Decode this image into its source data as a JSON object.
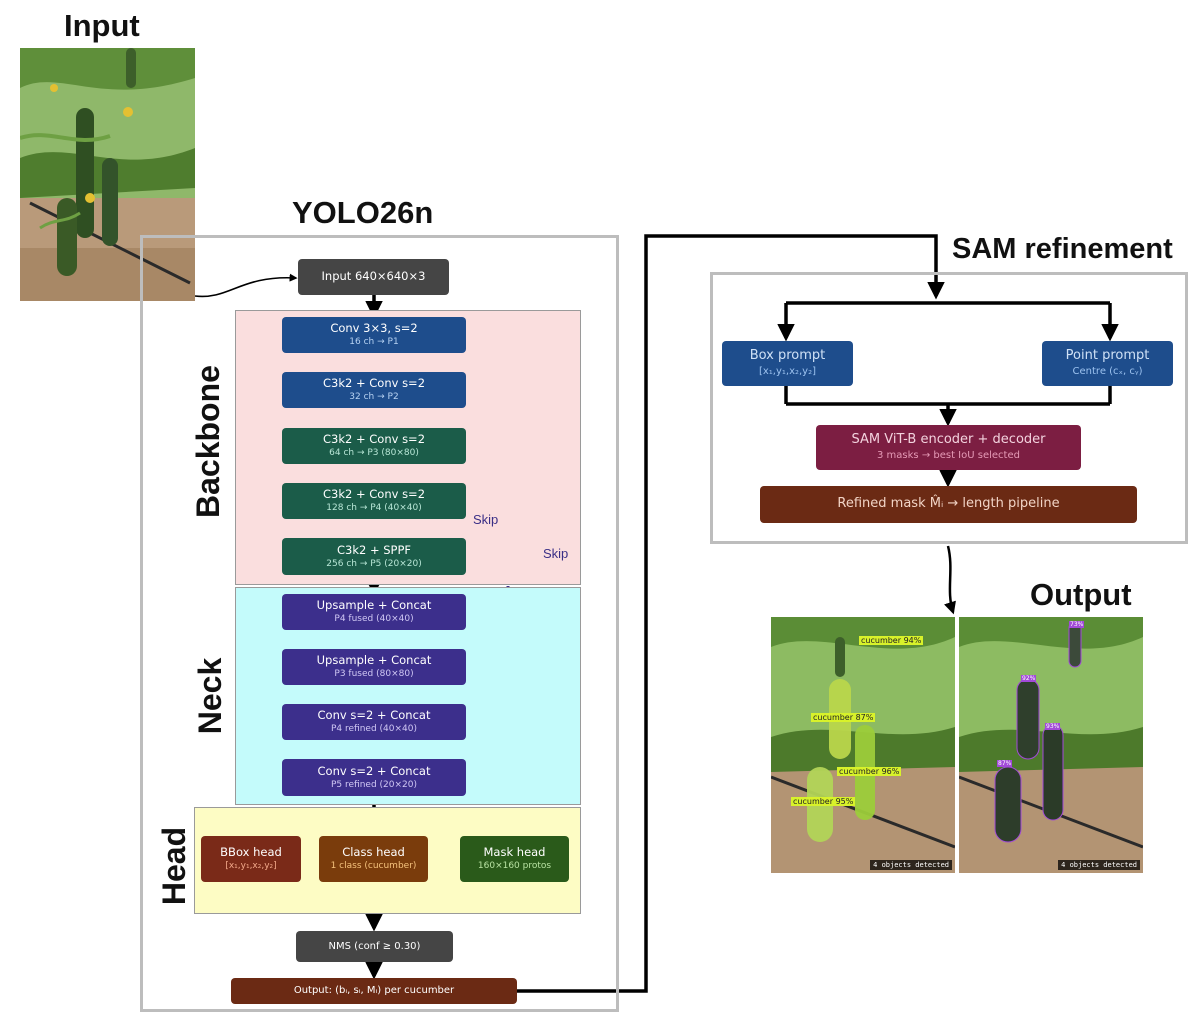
{
  "titles": {
    "input": "Input",
    "yolo": "YOLO26n",
    "sam": "SAM refinement",
    "output": "Output"
  },
  "bands": {
    "backbone": "Backbone",
    "neck": "Neck",
    "head": "Head"
  },
  "colors": {
    "blue": "#1e4d8c",
    "green": "#1b5c49",
    "purple": "#3c2f8c",
    "dark_gray": "#454545",
    "brown": "#6b2a14",
    "maroon": "#7c1e42",
    "head_red": "#7a2a18",
    "head_orange": "#7a3c0c",
    "head_green": "#2a5a1a",
    "backbone_bg": "#fadede",
    "neck_bg": "#c4fbfb",
    "head_bg": "#fdfcc4"
  },
  "yolo": {
    "input_node": "Input 640×640×3",
    "backbone": [
      {
        "main": "Conv 3×3, s=2",
        "sub": "16 ch → P1"
      },
      {
        "main": "C3k2 + Conv s=2",
        "sub": "32 ch → P2"
      },
      {
        "main": "C3k2 + Conv s=2",
        "sub": "64 ch → P3 (80×80)"
      },
      {
        "main": "C3k2 + Conv s=2",
        "sub": "128 ch → P4 (40×40)"
      },
      {
        "main": "C3k2 + SPPF",
        "sub": "256 ch → P5 (20×20)"
      }
    ],
    "neck": [
      {
        "main": "Upsample + Concat",
        "sub": "P4 fused (40×40)"
      },
      {
        "main": "Upsample + Concat",
        "sub": "P3 fused (80×80)"
      },
      {
        "main": "Conv s=2 + Concat",
        "sub": "P4 refined (40×40)"
      },
      {
        "main": "Conv s=2 + Concat",
        "sub": "P5 refined (20×20)"
      }
    ],
    "heads": [
      {
        "main": "BBox head",
        "sub": "[x₁,y₁,x₂,y₂]"
      },
      {
        "main": "Class head",
        "sub": "1 class (cucumber)"
      },
      {
        "main": "Mask head",
        "sub": "160×160 protos"
      }
    ],
    "nms": "NMS (conf ≥ 0.30)",
    "output": "Output: (bᵢ, sᵢ, Mᵢ) per cucumber",
    "skip_inner": "Skip",
    "skip_outer": "Skip"
  },
  "sam": {
    "box_prompt": {
      "main": "Box prompt",
      "sub": "[x₁,y₁,x₂,y₂]"
    },
    "point_prompt": {
      "main": "Point prompt",
      "sub": "Centre (cₓ, cᵧ)"
    },
    "encoder": {
      "main": "SAM ViT-B encoder + decoder",
      "sub": "3 masks → best IoU selected"
    },
    "refined": "Refined mask M̂ᵢ → length pipeline"
  },
  "output": {
    "left_labels": [
      "cucumber 94%",
      "cucumber 87%",
      "cucumber 96%",
      "cucumber 95%"
    ],
    "right_labels": [
      "73%",
      "92%",
      "93%",
      "87%"
    ],
    "left_badge": "4 objects detected",
    "right_badge": "4 objects detected"
  }
}
